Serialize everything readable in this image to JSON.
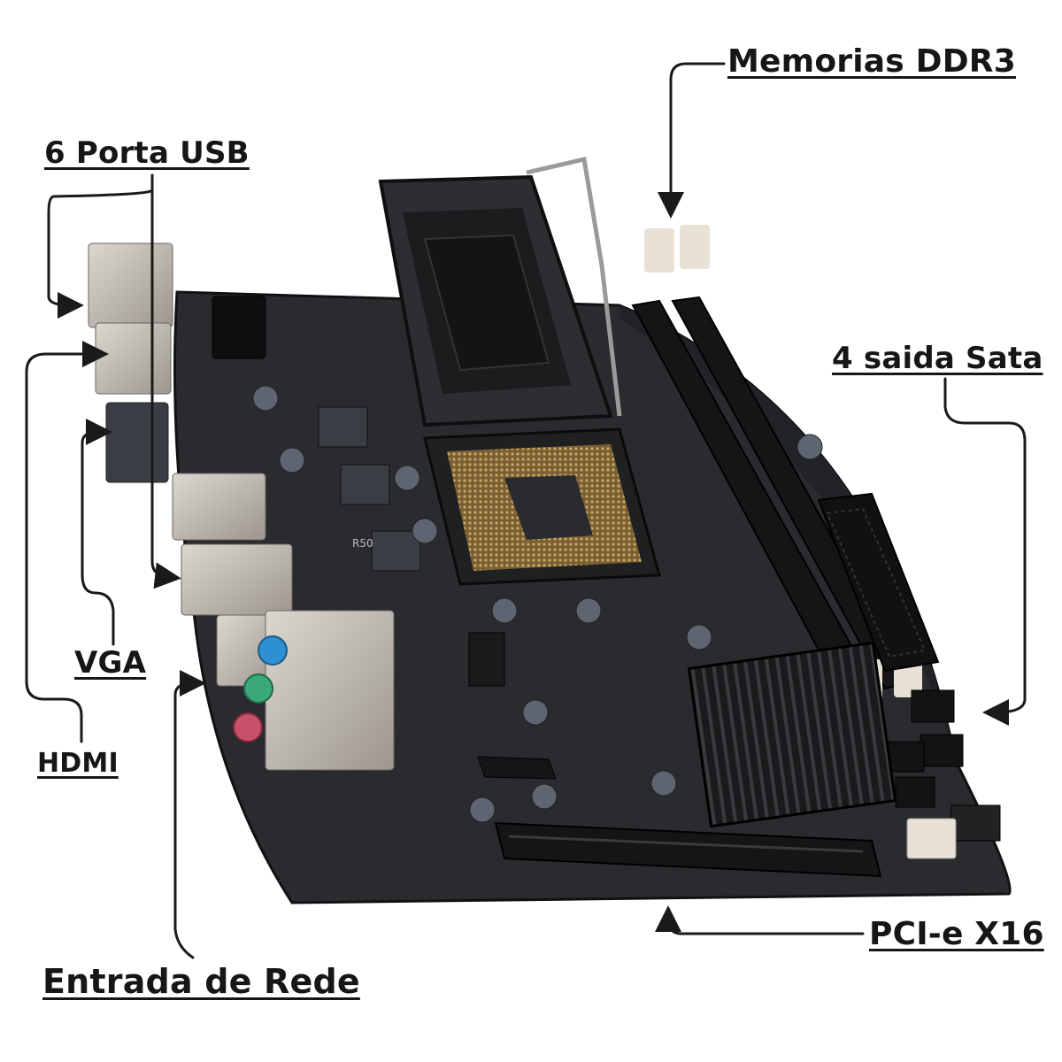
{
  "labels": {
    "memorias": "Memorias DDR3",
    "usb": "6 Porta USB",
    "sata": "4 saida Sata",
    "vga": "VGA",
    "hdmi": "HDMI",
    "pcie": "PCI-e X16",
    "rede": "Entrada de Rede"
  },
  "chip_marking": "R50",
  "colors": {
    "pcb": "#2a2b2e",
    "pcb_dark": "#1c1d1f",
    "silver": "#c9c3bb",
    "audio_blue": "#2e8fd1",
    "audio_green": "#3aa878",
    "audio_pink": "#c8506a",
    "socket_gold": "#a8874a",
    "callout": "#1a1a1a"
  }
}
